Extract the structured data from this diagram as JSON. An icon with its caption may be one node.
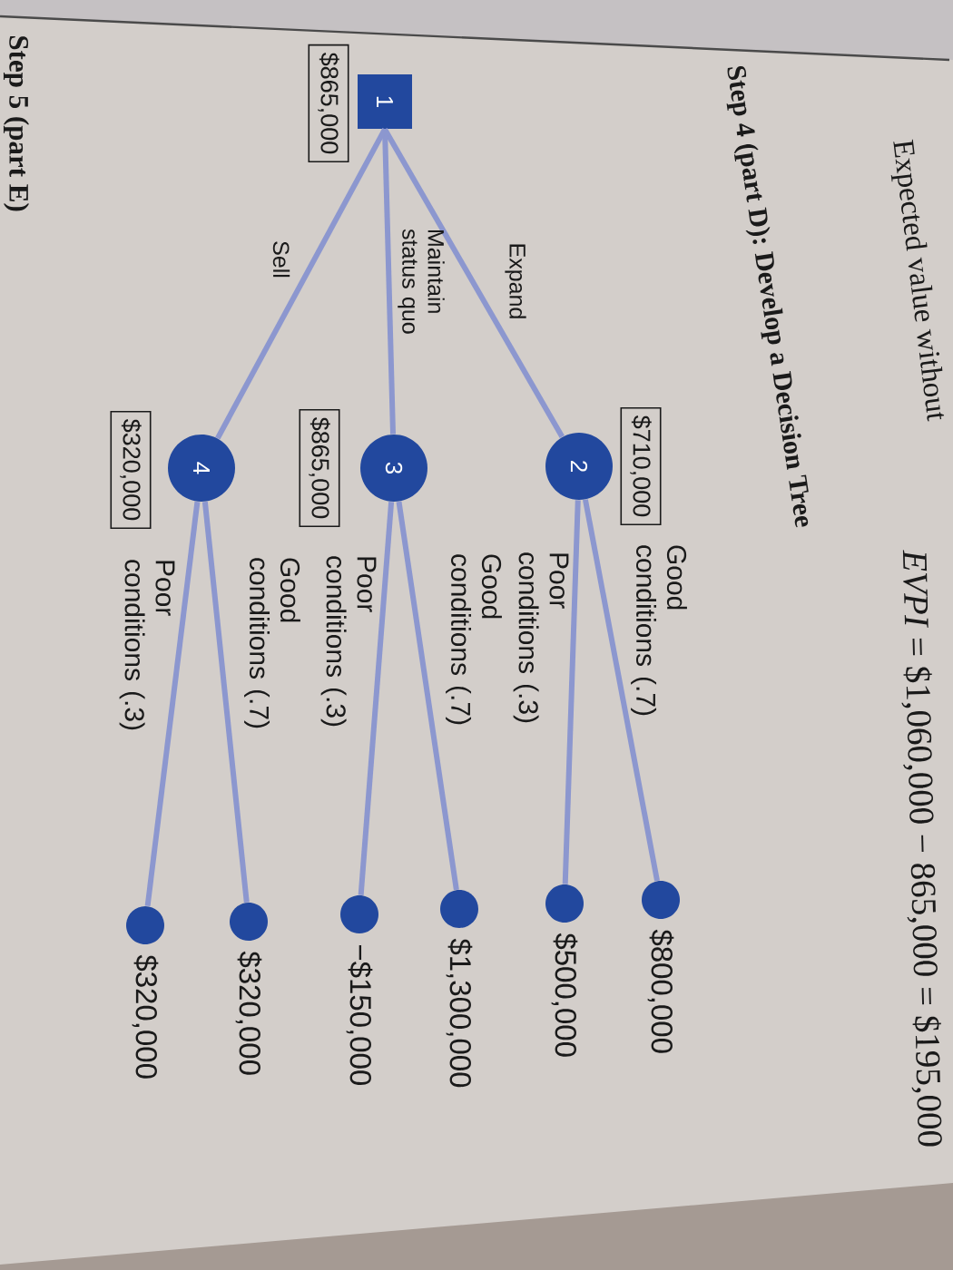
{
  "diagram": {
    "title": "Step 4 (part D): Develop a Decision Tree",
    "nodes": [
      {
        "text": [
          "1"
        ]
      },
      {
        "text": [
          "$865,000"
        ]
      },
      {
        "text": [
          "2"
        ]
      },
      {
        "text": [
          "$710,000"
        ]
      },
      {
        "text": [
          "3"
        ]
      },
      {
        "text": [
          "$865,000"
        ]
      },
      {
        "text": [
          "4"
        ]
      },
      {
        "text": [
          "$320,000"
        ]
      },
      {
        "text": [],
        "shape": "circle",
        "beside": [
          "$800,000"
        ]
      },
      {
        "text": [],
        "shape": "circle",
        "beside": [
          "$500,000"
        ]
      },
      {
        "text": [],
        "shape": "circle",
        "beside": [
          "$1,300,000"
        ]
      },
      {
        "text": [],
        "shape": "circle",
        "beside": [
          "−$150,000"
        ]
      },
      {
        "text": [],
        "shape": "circle",
        "beside": [
          "$320,000"
        ]
      },
      {
        "text": [],
        "shape": "circle",
        "beside": [
          "$320,000"
        ]
      }
    ],
    "edges": [
      {
        "from": 0,
        "to": 2,
        "arrow": "none",
        "label": "Expand"
      },
      {
        "from": 0,
        "to": 4,
        "arrow": "none",
        "label": "Maintain status quo"
      },
      {
        "from": 0,
        "to": 6,
        "arrow": "none",
        "label": "Sell"
      },
      {
        "from": 2,
        "to": 8,
        "arrow": "none",
        "label": "Good conditions (.7)"
      },
      {
        "from": 2,
        "to": 9,
        "arrow": "none",
        "label": "Poor conditions (.3)"
      },
      {
        "from": 4,
        "to": 10,
        "arrow": "none",
        "label": "Good conditions (.7)"
      },
      {
        "from": 4,
        "to": 11,
        "arrow": "none",
        "label": "Poor conditions (.3)"
      },
      {
        "from": 6,
        "to": 12,
        "arrow": "none",
        "label": "Good conditions (.7)"
      },
      {
        "from": 6,
        "to": 13,
        "arrow": "none",
        "label": "Poor conditions (.3)"
      }
    ],
    "labels": [
      "Expected value without",
      "*EVPI* = $1,060,000 − 865,000 = $195,000",
      "Step 5 (part E)"
    ]
  }
}
